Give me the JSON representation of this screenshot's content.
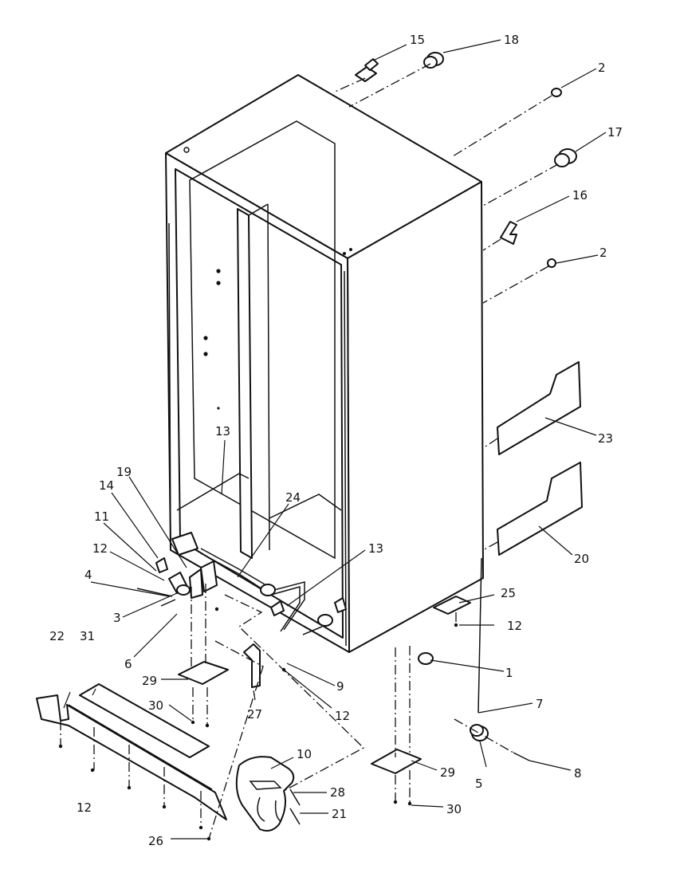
{
  "callouts": [
    {
      "id": "15",
      "label": "15"
    },
    {
      "id": "18",
      "label": "18"
    },
    {
      "id": "2a",
      "label": "2"
    },
    {
      "id": "17",
      "label": "17"
    },
    {
      "id": "16",
      "label": "16"
    },
    {
      "id": "2b",
      "label": "2"
    },
    {
      "id": "23",
      "label": "23"
    },
    {
      "id": "13a",
      "label": "13"
    },
    {
      "id": "19",
      "label": "19"
    },
    {
      "id": "14",
      "label": "14"
    },
    {
      "id": "24",
      "label": "24"
    },
    {
      "id": "11",
      "label": "11"
    },
    {
      "id": "13b",
      "label": "13"
    },
    {
      "id": "20",
      "label": "20"
    },
    {
      "id": "12a",
      "label": "12"
    },
    {
      "id": "4",
      "label": "4"
    },
    {
      "id": "25",
      "label": "25"
    },
    {
      "id": "3",
      "label": "3"
    },
    {
      "id": "31",
      "label": "31"
    },
    {
      "id": "12b",
      "label": "12"
    },
    {
      "id": "22",
      "label": "22"
    },
    {
      "id": "6",
      "label": "6"
    },
    {
      "id": "1",
      "label": "1"
    },
    {
      "id": "9",
      "label": "9"
    },
    {
      "id": "29a",
      "label": "29"
    },
    {
      "id": "12c",
      "label": "12"
    },
    {
      "id": "7",
      "label": "7"
    },
    {
      "id": "30a",
      "label": "30"
    },
    {
      "id": "27",
      "label": "27"
    },
    {
      "id": "10",
      "label": "10"
    },
    {
      "id": "29b",
      "label": "29"
    },
    {
      "id": "8",
      "label": "8"
    },
    {
      "id": "5",
      "label": "5"
    },
    {
      "id": "28",
      "label": "28"
    },
    {
      "id": "12d",
      "label": "12"
    },
    {
      "id": "30b",
      "label": "30"
    },
    {
      "id": "21",
      "label": "21"
    },
    {
      "id": "26",
      "label": "26"
    }
  ]
}
